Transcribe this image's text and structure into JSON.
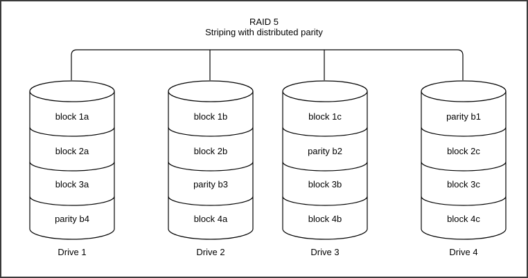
{
  "title": {
    "line1": "RAID 5",
    "line2": "Striping with distributed parity"
  },
  "drives": [
    {
      "label": "Drive 1",
      "blocks": [
        "block 1a",
        "block 2a",
        "block 3a",
        "parity b4"
      ]
    },
    {
      "label": "Drive 2",
      "blocks": [
        "block 1b",
        "block 2b",
        "parity b3",
        "block 4a"
      ]
    },
    {
      "label": "Drive 3",
      "blocks": [
        "block 1c",
        "parity b2",
        "block 3b",
        "block 4b"
      ]
    },
    {
      "label": "Drive 4",
      "blocks": [
        "parity b1",
        "block 2c",
        "block 3c",
        "block 4c"
      ]
    }
  ],
  "colors": {
    "line": "#000000",
    "background": "#ffffff",
    "border": "#3a3a3a"
  }
}
